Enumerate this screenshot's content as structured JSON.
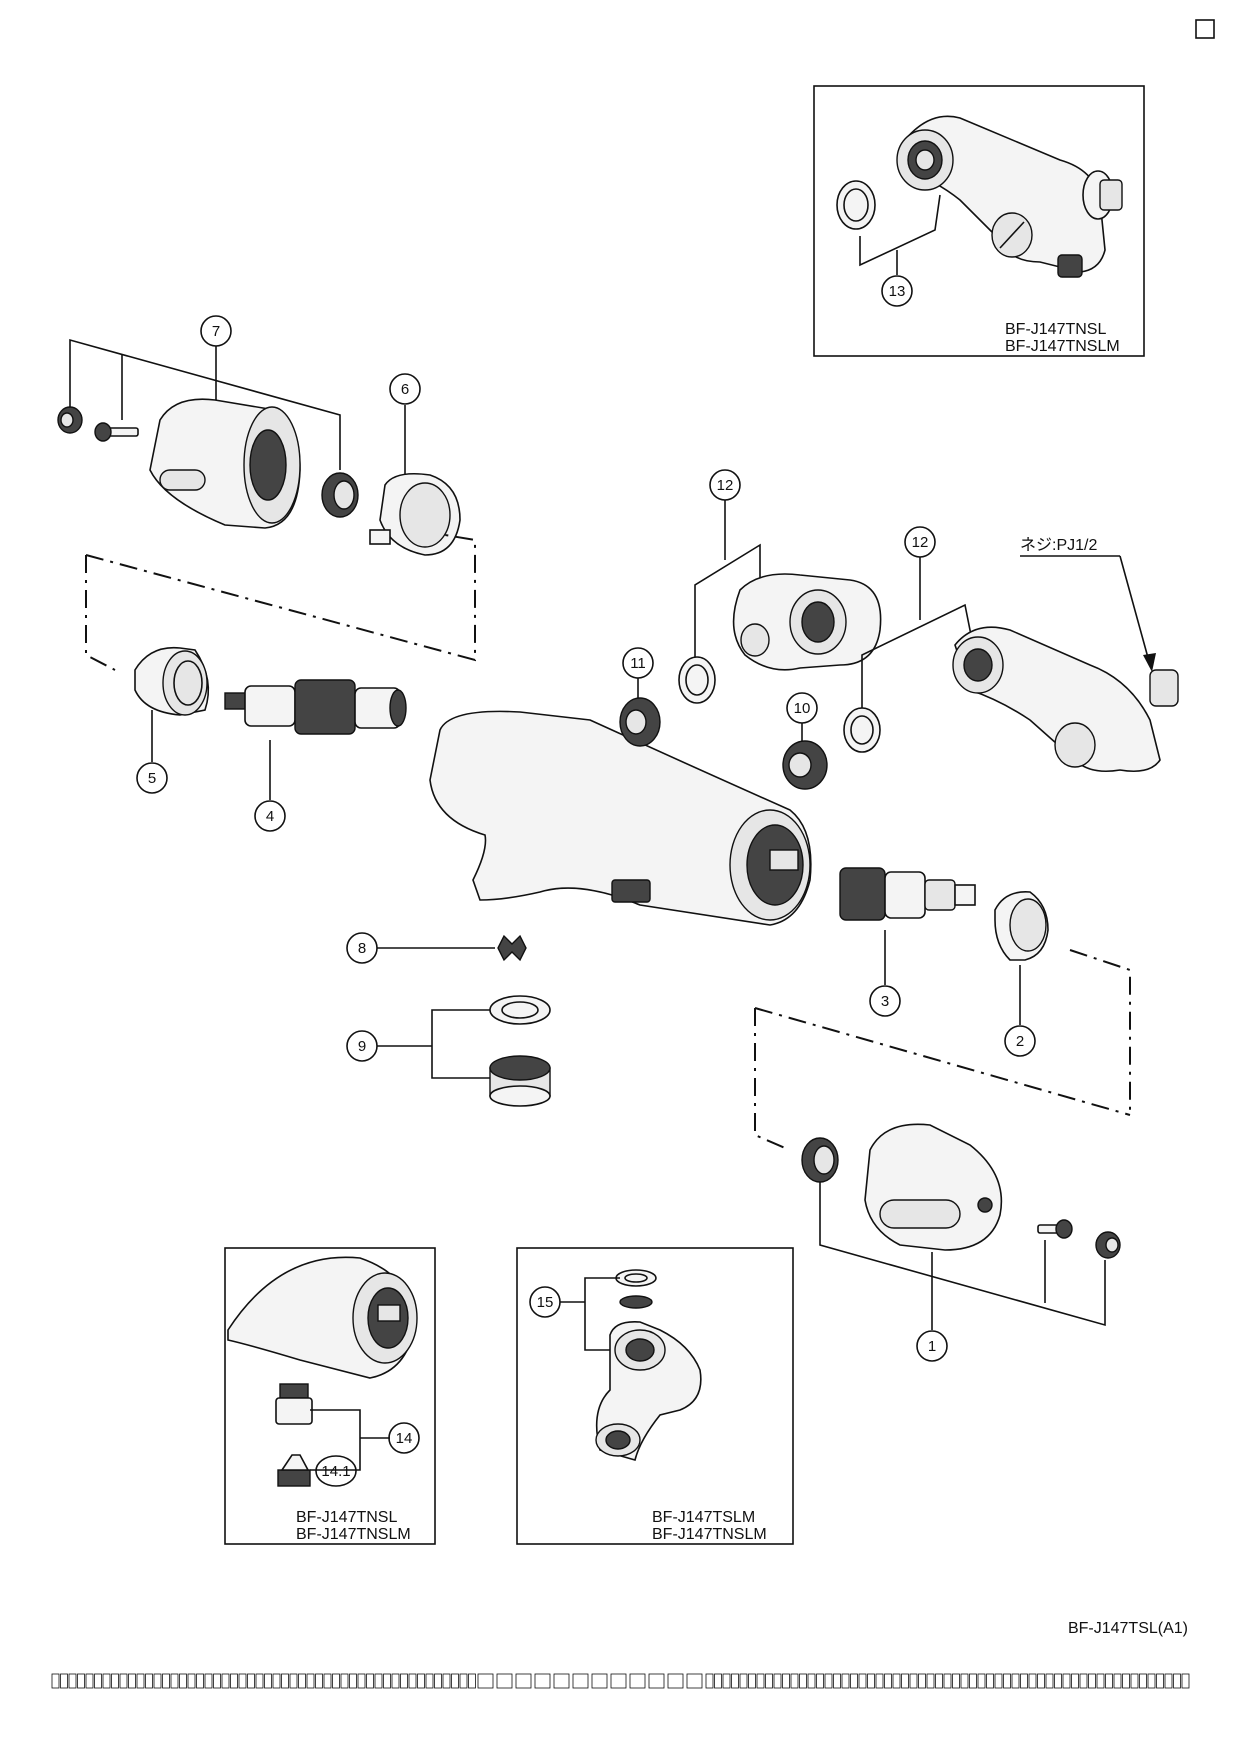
{
  "callouts": {
    "c1": "1",
    "c2": "2",
    "c3": "3",
    "c4": "4",
    "c5": "5",
    "c6": "6",
    "c7": "7",
    "c8": "8",
    "c9": "9",
    "c10": "10",
    "c11": "11",
    "c12a": "12",
    "c12b": "12",
    "c13": "13",
    "c14": "14",
    "c14_1": "14.1",
    "c15": "15"
  },
  "thread_note": "ネジ:PJ1/2",
  "insets": {
    "top_right": {
      "line1": "BF-J147TNSL",
      "line2": "BF-J147TNSLM"
    },
    "bottom_left": {
      "line1": "BF-J147TNSL",
      "line2": "BF-J147TNSLM"
    },
    "bottom_middle": {
      "line1": "BF-J147TSLM",
      "line2": "BF-J147TNSLM"
    }
  },
  "document_code": "BF-J147TSL(A1)",
  "icons": {
    "corner_box": "empty-checkbox-icon",
    "footer": "placeholder-boxes-strip"
  }
}
